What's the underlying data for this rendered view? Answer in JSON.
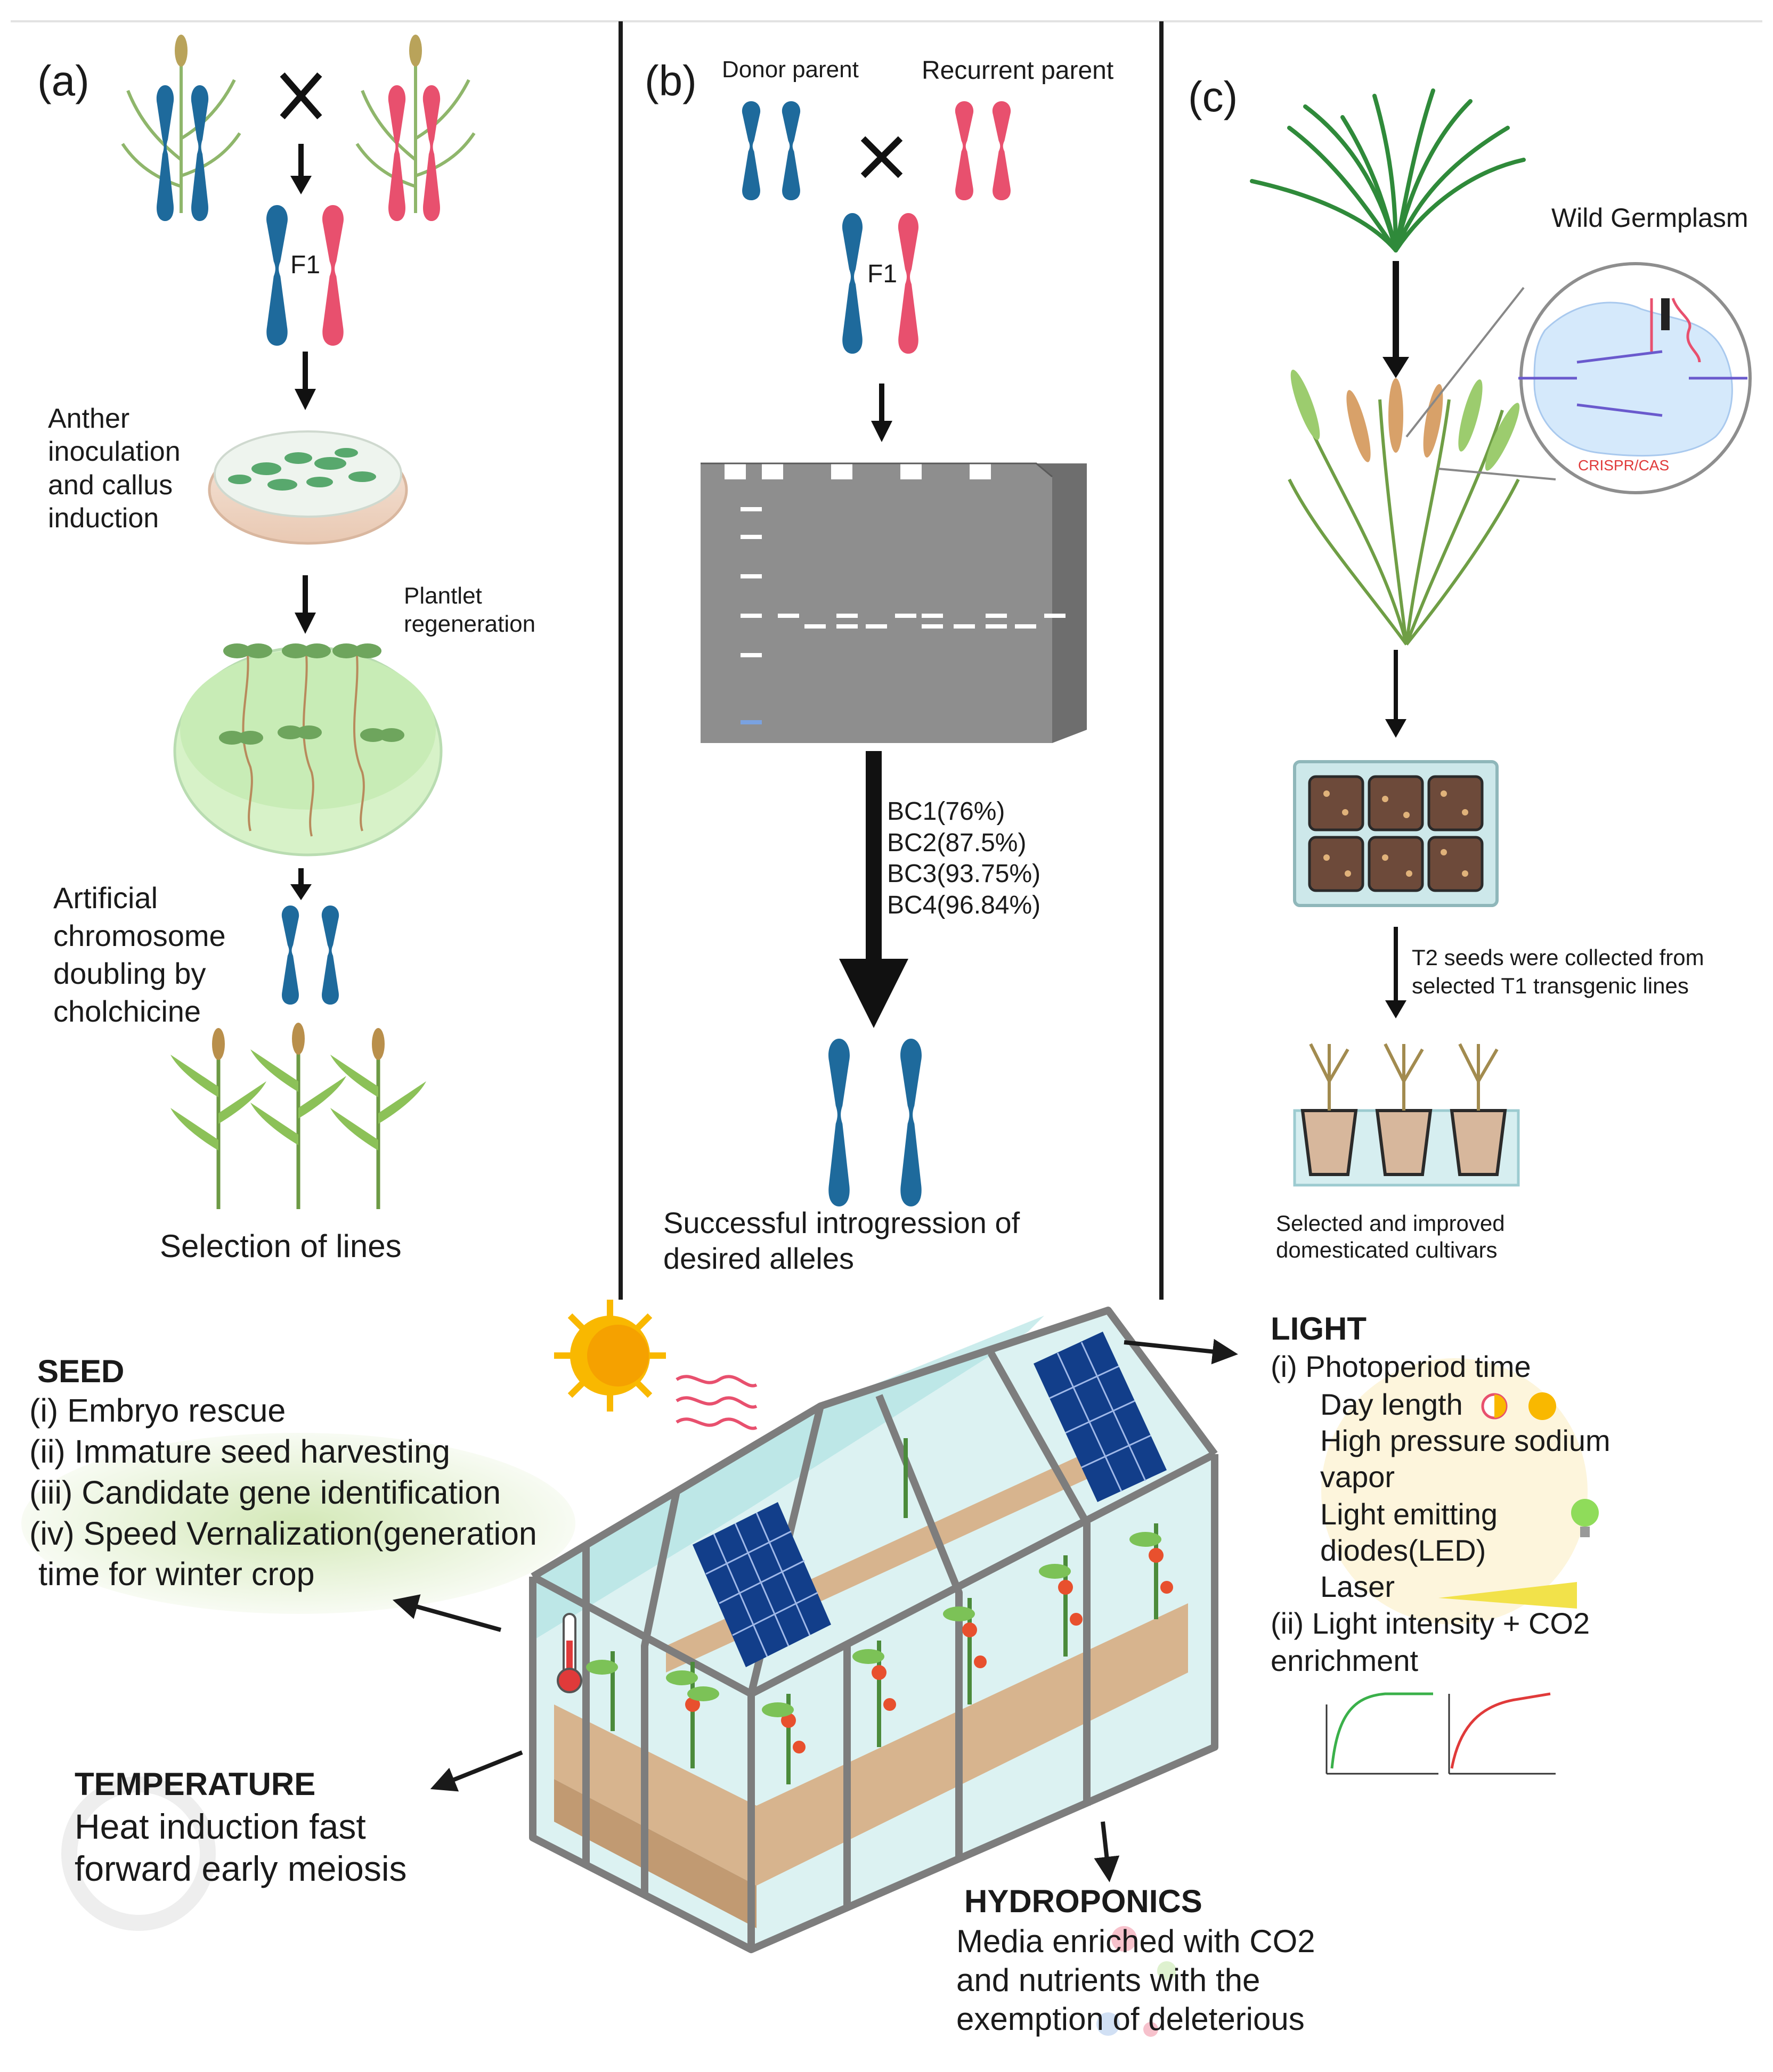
{
  "panel_a": {
    "label": "(a)",
    "f1": "F1",
    "step_anther": [
      "Anther",
      "inoculation",
      "and callus",
      "induction"
    ],
    "step_plantlet": [
      "Plantlet",
      "regeneration"
    ],
    "step_doubling": [
      "Artificial",
      "chromosome",
      "doubling by",
      "cholchicine"
    ],
    "step_selection": "Selection of lines"
  },
  "panel_b": {
    "label": "(b)",
    "donor": "Donor parent",
    "recurrent": "Recurrent parent",
    "f1": "F1",
    "backcross": [
      "BC1(76%)",
      "BC2(87.5%)",
      "BC3(93.75%)",
      "BC4(96.84%)"
    ],
    "result": [
      "Successful introgression of",
      "desired alleles"
    ]
  },
  "panel_c": {
    "label": "(c)",
    "wild": "Wild Germplasm",
    "crispr": "CRISPR/CAS",
    "t2": [
      "T2 seeds were collected from",
      "selected T1 transgenic lines"
    ],
    "result": [
      "Selected and improved",
      "domesticated cultivars"
    ]
  },
  "seed": {
    "title": "SEED",
    "items": [
      "(i) Embryo rescue",
      "(ii) Immature seed harvesting",
      "(iii) Candidate gene identification",
      "(iv) Speed Vernalization(generation",
      " time for winter crop"
    ]
  },
  "temperature": {
    "title": "TEMPERATURE",
    "lines": [
      "Heat induction fast",
      "forward early meiosis"
    ]
  },
  "light": {
    "title": "LIGHT",
    "items": [
      "(i) Photoperiod time",
      "Day length",
      "High pressure sodium",
      "vapor",
      "Light emitting",
      "diodes(LED)",
      "Laser",
      "(ii) Light intensity + CO2",
      "enrichment"
    ]
  },
  "hydroponics": {
    "title": "HYDROPONICS",
    "lines": [
      "Media enriched with CO2",
      "and nutrients with the",
      "exemption of deleterious"
    ]
  },
  "colors": {
    "blue_chromosome": "#1e6a9c",
    "pink_chromosome": "#e8506e",
    "gel": "#8e8e8e",
    "greenhouse_frame": "#7d7d7d",
    "glass": "#bfe7e8",
    "sun": "#f9b800"
  }
}
